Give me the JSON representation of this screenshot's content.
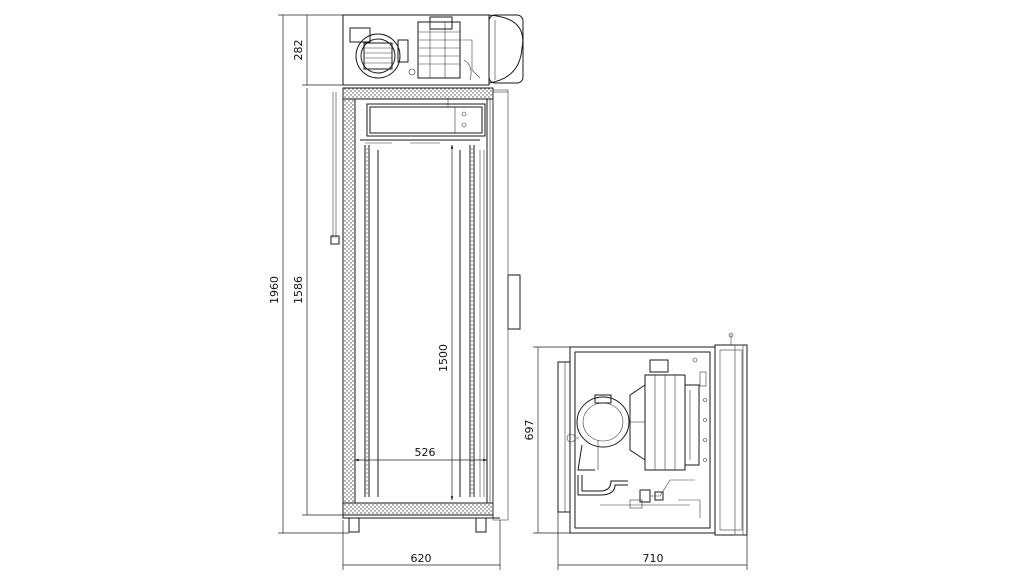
{
  "dimensions": {
    "overall_height": "1960",
    "interior_height": "1586",
    "top_unit_height": "282",
    "shelf_height": "1500",
    "inner_width": "526",
    "cabinet_width": "620",
    "depth": "710",
    "side_view_height": "697"
  }
}
